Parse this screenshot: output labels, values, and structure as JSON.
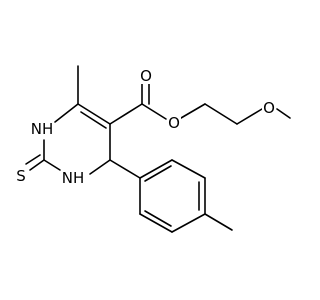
{
  "molecule": {
    "atom_labels": {
      "ester_carbonyl_oxygen": "O",
      "ester_ether_oxygen": "O",
      "methoxy_oxygen": "O",
      "ring_nh_top": "NH",
      "ring_nh_bottom": "NH",
      "thione_sulfur": "S"
    }
  }
}
